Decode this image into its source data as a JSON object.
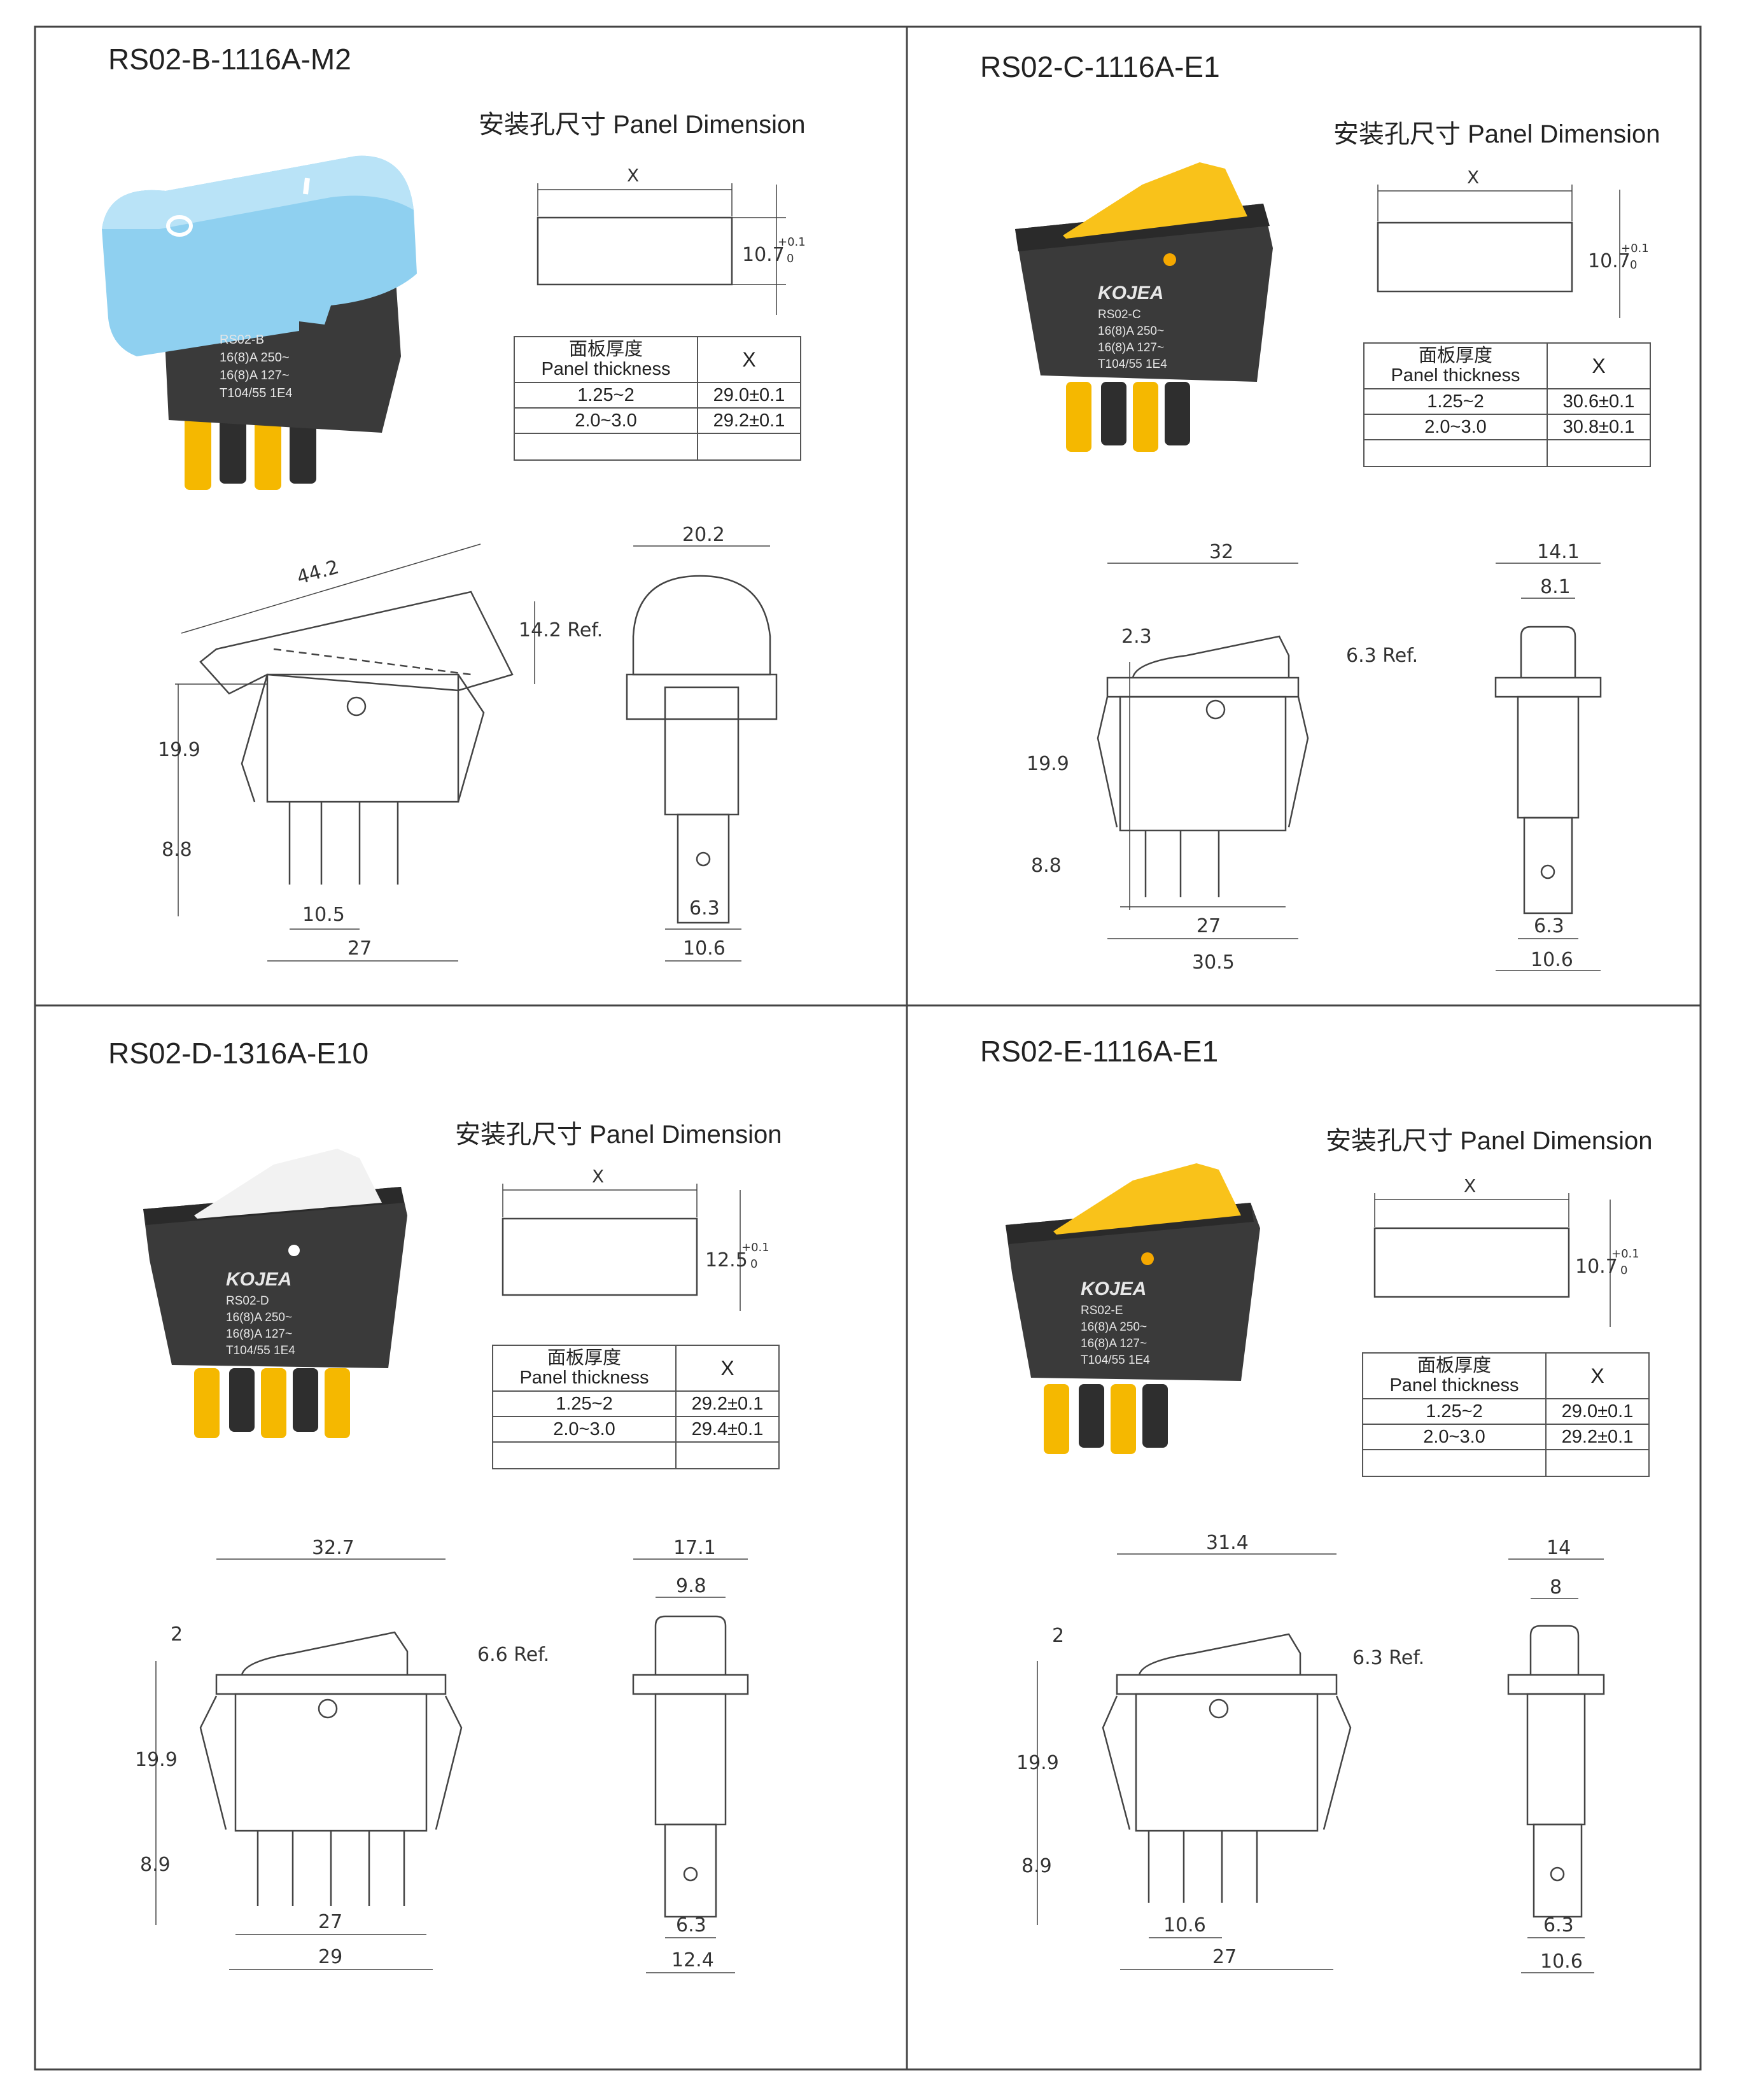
{
  "panels": [
    {
      "model": "RS02-B-1116A-M2",
      "panel_dimension_label": "安装孔尺寸  Panel Dimension",
      "hole_x_label": "X",
      "hole_height": "10.7",
      "tolerance_upper": "+0.1",
      "tolerance_lower": "0",
      "table": {
        "header_cn": "面板厚度",
        "header_en": "Panel thickness",
        "header_x": "X",
        "rows": [
          {
            "thickness": "1.25~2",
            "x": "29.0±0.1"
          },
          {
            "thickness": "2.0~3.0",
            "x": "29.2±0.1"
          }
        ]
      },
      "switch": {
        "rocker_color": "#8fd0f0",
        "body_color": "#3a3a3a",
        "pin_color": "#f5b800",
        "label_lines": [
          "RS02-B",
          "16(8)A   250~",
          "16(8)A   127~",
          "T104/55  1E4"
        ]
      },
      "dims": {
        "length": "44.2",
        "ref_height": "14.2 Ref.",
        "body_height": "19.9",
        "pin_length": "8.8",
        "pin_pitch": "10.5",
        "bottom_width": "27",
        "side_width": "20.2",
        "pin_width": "6.3",
        "side_bottom": "10.6"
      }
    },
    {
      "model": "RS02-C-1116A-E1",
      "panel_dimension_label": "安装孔尺寸  Panel Dimension",
      "hole_x_label": "X",
      "hole_height": "10.7",
      "tolerance_upper": "+0.1",
      "tolerance_lower": "0",
      "table": {
        "header_cn": "面板厚度",
        "header_en": "Panel thickness",
        "header_x": "X",
        "rows": [
          {
            "thickness": "1.25~2",
            "x": "30.6±0.1"
          },
          {
            "thickness": "2.0~3.0",
            "x": "30.8±0.1"
          }
        ]
      },
      "switch": {
        "rocker_color": "#f9c21a",
        "body_color": "#3a3a3a",
        "pin_color": "#f5b800",
        "brand": "KOJEA",
        "label_lines": [
          "RS02-C",
          "16(8)A   250~",
          "16(8)A   127~",
          "T104/55  1E4"
        ]
      },
      "dims": {
        "top_width": "32",
        "step": "2.3",
        "ref_height": "6.3 Ref.",
        "body_height": "19.9",
        "pin_length": "8.8",
        "bottom_width": "27",
        "total_width": "30.5",
        "side_width": "14.1",
        "side_inner": "8.1",
        "pin_width": "6.3",
        "side_bottom": "10.6"
      }
    },
    {
      "model": "RS02-D-1316A-E10",
      "panel_dimension_label": "安装孔尺寸  Panel Dimension",
      "hole_x_label": "X",
      "hole_height": "12.5",
      "tolerance_upper": "+0.1",
      "tolerance_lower": "0",
      "table": {
        "header_cn": "面板厚度",
        "header_en": "Panel thickness",
        "header_x": "X",
        "rows": [
          {
            "thickness": "1.25~2",
            "x": "29.2±0.1"
          },
          {
            "thickness": "2.0~3.0",
            "x": "29.4±0.1"
          }
        ]
      },
      "switch": {
        "rocker_color": "#f2f2f2",
        "body_color": "#3a3a3a",
        "pin_color": "#f5b800",
        "brand": "KOJEA",
        "label_lines": [
          "RS02-D",
          "16(8)A   250~",
          "16(8)A   127~",
          "T104/55  1E4"
        ]
      },
      "dims": {
        "top_width": "32.7",
        "step": "2",
        "ref_height": "6.6 Ref.",
        "body_height": "19.9",
        "pin_length": "8.9",
        "bottom_width": "27",
        "total_width": "29",
        "side_width": "17.1",
        "side_inner": "9.8",
        "pin_width": "6.3",
        "side_bottom": "12.4"
      }
    },
    {
      "model": "RS02-E-1116A-E1",
      "panel_dimension_label": "安装孔尺寸  Panel Dimension",
      "hole_x_label": "X",
      "hole_height": "10.7",
      "tolerance_upper": "+0.1",
      "tolerance_lower": "0",
      "table": {
        "header_cn": "面板厚度",
        "header_en": "Panel thickness",
        "header_x": "X",
        "rows": [
          {
            "thickness": "1.25~2",
            "x": "29.0±0.1"
          },
          {
            "thickness": "2.0~3.0",
            "x": "29.2±0.1"
          }
        ]
      },
      "switch": {
        "rocker_color": "#f9c21a",
        "body_color": "#3a3a3a",
        "pin_color": "#f5b800",
        "brand": "KOJEA",
        "label_lines": [
          "RS02-E",
          "16(8)A   250~",
          "16(8)A   127~",
          "T104/55  1E4"
        ]
      },
      "dims": {
        "top_width": "31.4",
        "step": "2",
        "ref_height": "6.3 Ref.",
        "body_height": "19.9",
        "pin_length": "8.9",
        "pin_pitch": "10.6",
        "bottom_width": "27",
        "side_width": "14",
        "side_inner": "8",
        "pin_width": "6.3",
        "side_bottom": "10.6"
      }
    }
  ]
}
